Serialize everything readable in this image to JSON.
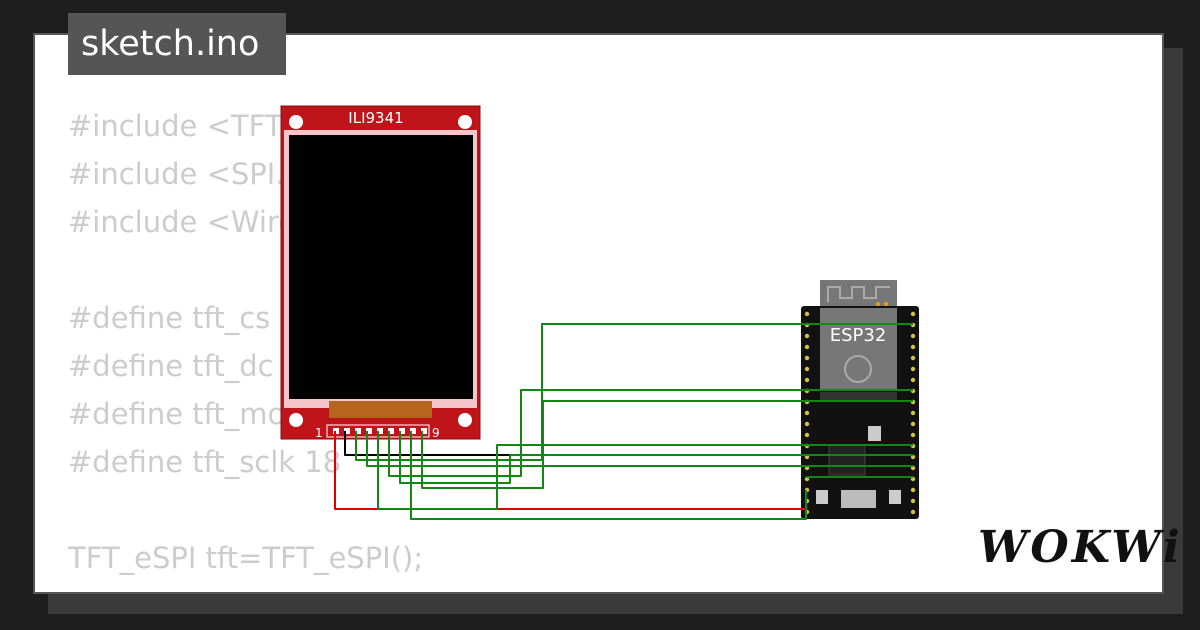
{
  "header": {
    "filename": "sketch.ino"
  },
  "code": {
    "lines": [
      "#include <TFT_e",
      "#include <SPI.",
      "#include <Wire",
      "",
      "#define tft_cs",
      "#define tft_dc",
      "#define tft_mo",
      "#define tft_sclk 18",
      "",
      "TFT_eSPI tft=TFT_eSPI();"
    ]
  },
  "display": {
    "label": "ILI9341",
    "pin_first": "1",
    "pin_last": "9"
  },
  "board": {
    "label": "ESP32"
  },
  "brand": {
    "logo": "WOKWi"
  },
  "colors": {
    "board_red": "#c0141b",
    "wire_green": "#118811",
    "wire_red": "#dd0000",
    "wire_black": "#000000"
  }
}
